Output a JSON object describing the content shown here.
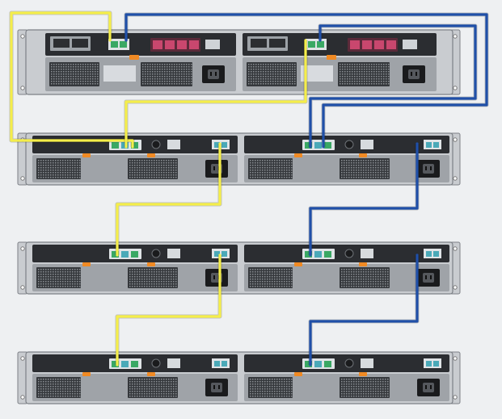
{
  "colors": {
    "background": "#eef0f2",
    "chassis": "#c9ccd0",
    "chassis_edge": "#7d8187",
    "controller": "#2b2d31",
    "psu_bay": "#9fa3a8",
    "vent": "#35383c",
    "port_green": "#3aa864",
    "port_teal": "#4aa9b8",
    "sas_pink": "#c9476e",
    "handle_orange": "#f08a24",
    "cable_a": "#f5ee4a",
    "cable_b": "#1f4fa8"
  },
  "icons": [
    "power-socket-icon",
    "led-indicator-icon",
    "rack-ear-icon"
  ],
  "stack": {
    "units": [
      {
        "role": "controller-shelf"
      },
      {
        "role": "disk-shelf"
      },
      {
        "role": "disk-shelf"
      },
      {
        "role": "disk-shelf"
      }
    ]
  }
}
